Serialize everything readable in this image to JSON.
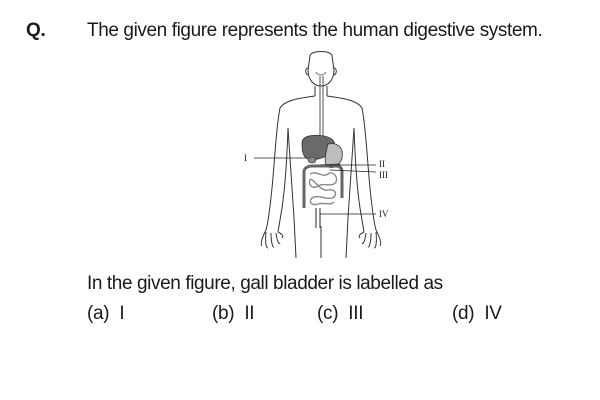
{
  "question": {
    "label": "Q.",
    "text": "The given figure represents the human digestive system.",
    "subtext": "In the given figure, gall bladder is labelled as"
  },
  "figure": {
    "labels": [
      "I",
      "II",
      "III",
      "IV"
    ]
  },
  "options": [
    {
      "key": "(a)",
      "value": "I"
    },
    {
      "key": "(b)",
      "value": "II"
    },
    {
      "key": "(c)",
      "value": "III"
    },
    {
      "key": "(d)",
      "value": "IV"
    }
  ]
}
